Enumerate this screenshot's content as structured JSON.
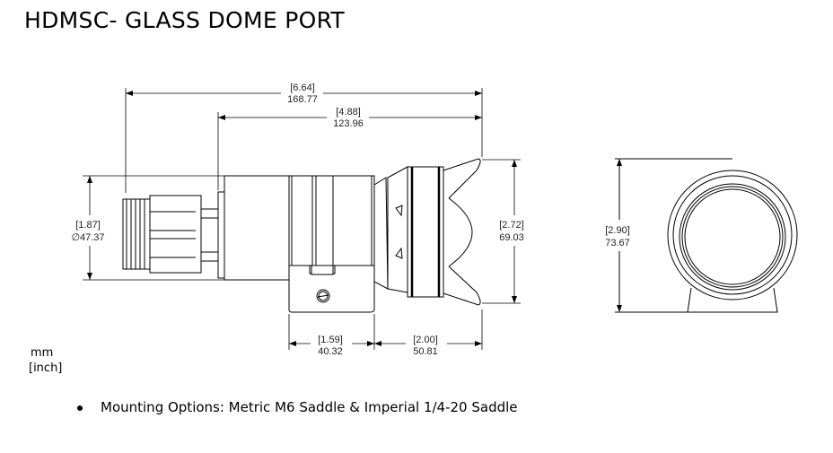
{
  "title": "HDMSC- GLASS DOME PORT",
  "units": {
    "primary": "mm",
    "secondary": "[inch]"
  },
  "dimensions": {
    "overall_length": {
      "inch": "[6.64]",
      "mm": "168.77"
    },
    "body_length": {
      "inch": "[4.88]",
      "mm": "123.96"
    },
    "connector_diameter": {
      "inch": "[1.87]",
      "mm": "∅47.37"
    },
    "dome_height": {
      "inch": "[2.72]",
      "mm": "69.03"
    },
    "saddle_width": {
      "inch": "[1.59]",
      "mm": "40.32"
    },
    "dome_offset": {
      "inch": "[2.00]",
      "mm": "50.81"
    },
    "front_height": {
      "inch": "[2.90]",
      "mm": "73.67"
    }
  },
  "notes": [
    "Mounting Options: Metric M6 Saddle & Imperial 1/4-20 Saddle"
  ]
}
